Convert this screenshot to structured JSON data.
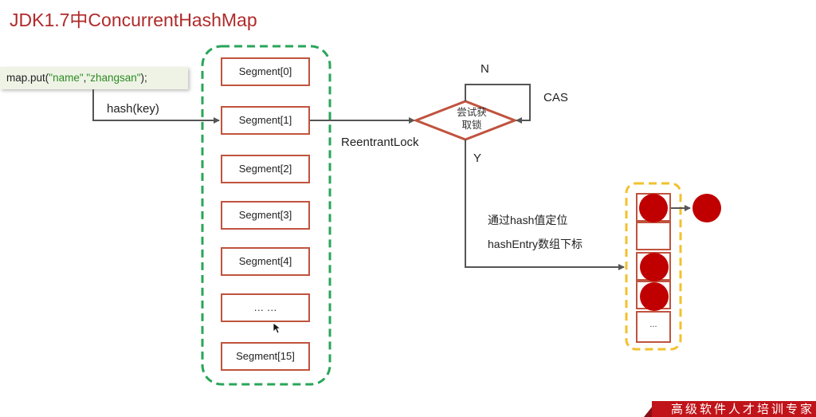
{
  "title": "JDK1.7中ConcurrentHashMap",
  "code": {
    "prefix": "map.put(",
    "arg1": "\"name\"",
    "comma": ",",
    "arg2": "\"zhangsan\"",
    "suffix": ");"
  },
  "labels": {
    "hash_key": "hash(key)",
    "reentrant_lock": "ReentrantLock",
    "n": "N",
    "cas": "CAS",
    "y": "Y",
    "locate_line1": "通过hash值定位",
    "locate_line2": "hashEntry数组下标"
  },
  "decision": {
    "line1": "尝试获",
    "line2": "取锁"
  },
  "segments": [
    "Segment[0]",
    "Segment[1]",
    "Segment[2]",
    "Segment[3]",
    "Segment[4]",
    "… …",
    "Segment[15]"
  ],
  "hash_entries": {
    "cells": [
      {
        "filled": true,
        "has_next": true
      },
      {
        "filled": false,
        "has_next": false
      },
      {
        "filled": true,
        "has_next": false
      },
      {
        "filled": true,
        "has_next": false
      },
      {
        "ellipsis": "..."
      }
    ]
  },
  "banner": "高级软件人才培训专家",
  "colors": {
    "title": "#b02a2a",
    "segment_border": "#c0533e",
    "segment_group_border": "#2aa55a",
    "entry_group_border": "#f2c12e",
    "node_fill": "#c00000",
    "arrow": "#555555",
    "code_string": "#2e8b22"
  }
}
